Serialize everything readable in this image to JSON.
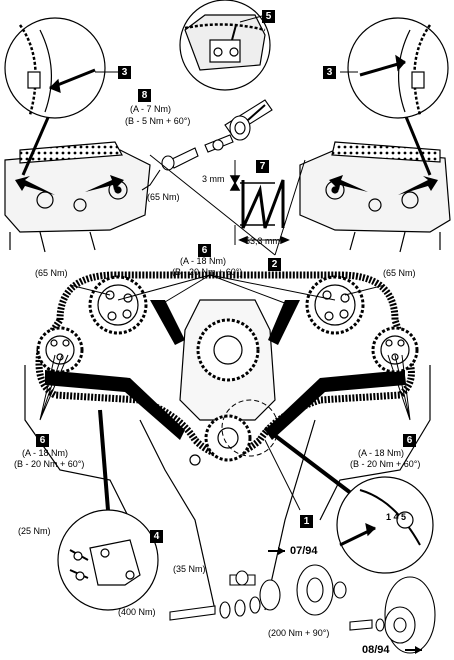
{
  "callouts": {
    "c1": "1",
    "c2": "2",
    "c3_left": "3",
    "c3_right": "3",
    "c4": "4",
    "c5": "5",
    "c6_top": "6",
    "c6_left": "6",
    "c6_right": "6",
    "c7": "7",
    "c8": "8"
  },
  "torque_labels": {
    "item8_a": "(A - 7 Nm)",
    "item8_b": "(B - 5 Nm + 60°)",
    "tensioner_65": "(65 Nm)",
    "dim_3mm": "3 mm",
    "dim_53mm": "53,3 mm",
    "item6_top_a": "(A - 18 Nm)",
    "item6_top_b": "(B - 20 Nm + 60°)",
    "left_65": "(65 Nm)",
    "right_65": "(65 Nm)",
    "item6_left_a": "(A - 18 Nm)",
    "item6_left_b": "(B - 20 Nm + 60°)",
    "item6_right_a": "(A - 18 Nm)",
    "item6_right_b": "(B - 20 Nm + 60°)",
    "bracket_25": "(25 Nm)",
    "bolt_35": "(35 Nm)",
    "bolt_400": "(400 Nm)",
    "bolt_200": "(200 Nm + 90°)"
  },
  "date_refs": {
    "ref_0794": "07/94",
    "ref_0894": "08/94"
  },
  "marks": {
    "timing_mark": "1 4 5"
  }
}
